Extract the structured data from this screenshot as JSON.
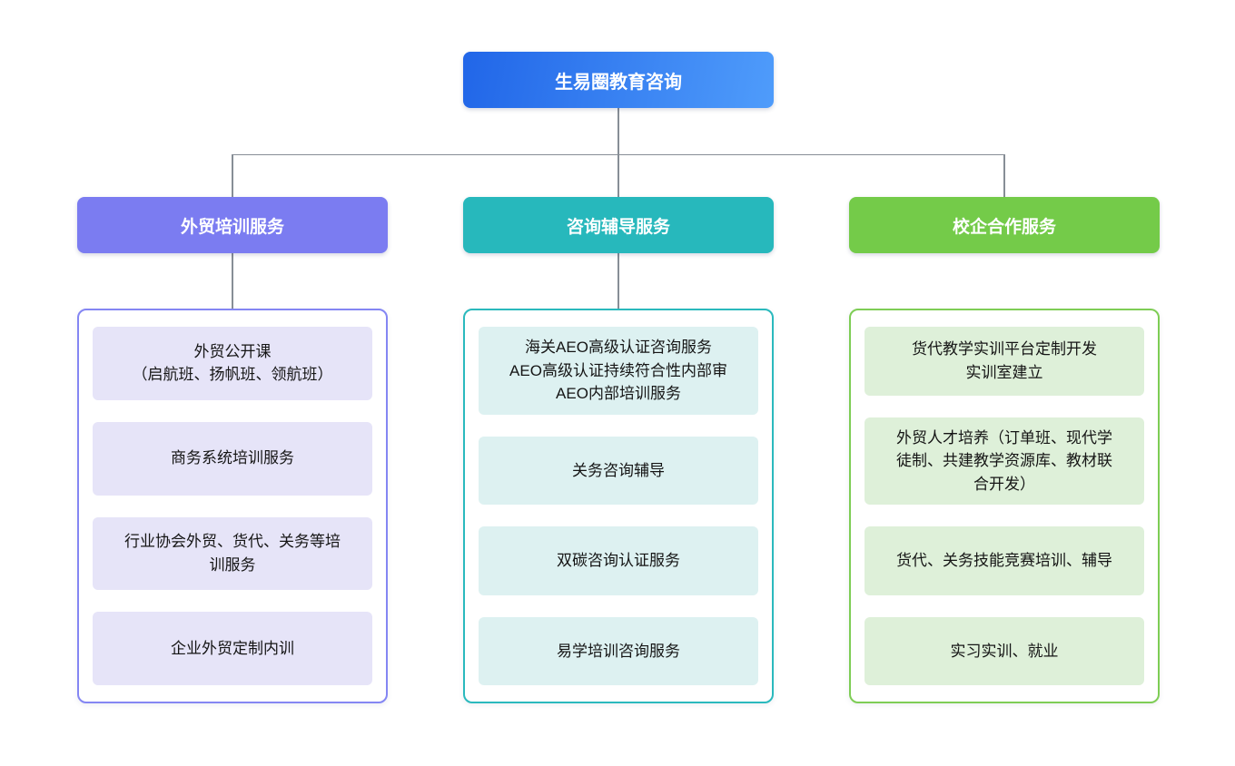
{
  "diagram": {
    "type": "org-chart",
    "background": "#ffffff",
    "connector_color": "#878e96"
  },
  "root": {
    "label": "生易圈教育咨询",
    "gradient_from": "#2166e8",
    "gradient_to": "#4f9cfb",
    "text_color": "#ffffff"
  },
  "branches": [
    {
      "label": "外贸培训服务",
      "header_color": "#7b7cf1",
      "border_color": "#8486f3",
      "item_bg_color": "#e6e4f8",
      "items": [
        "外贸公开课\n（启航班、扬帆班、领航班）",
        "商务系统培训服务",
        "行业协会外贸、货代、关务等培\n训服务",
        "企业外贸定制内训"
      ]
    },
    {
      "label": "咨询辅导服务",
      "header_color": "#27b8bc",
      "border_color": "#2ab9bd",
      "item_bg_color": "#ddf1f1",
      "items": [
        "海关AEO高级认证咨询服务\nAEO高级认证持续符合性内部审\nAEO内部培训服务",
        "关务咨询辅导",
        "双碳咨询认证服务",
        "易学培训咨询服务"
      ]
    },
    {
      "label": "校企合作服务",
      "header_color": "#74cb49",
      "border_color": "#7ecd55",
      "item_bg_color": "#def0d9",
      "items": [
        "货代教学实训平台定制开发\n实训室建立",
        "外贸人才培养（订单班、现代学\n徒制、共建教学资源库、教材联\n合开发）",
        "货代、关务技能竞赛培训、辅导",
        "实习实训、就业"
      ]
    }
  ]
}
